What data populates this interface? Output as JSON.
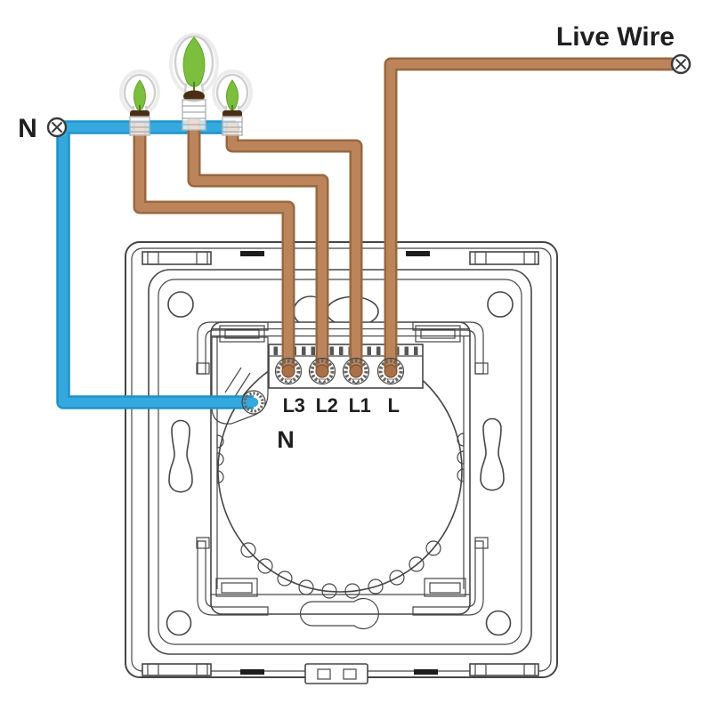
{
  "diagram": {
    "type": "wiring-diagram",
    "labels": {
      "live_wire": "Live Wire",
      "neutral_supply": "N",
      "switch_neutral_terminal": "N",
      "terminals": [
        "L3",
        "L2",
        "L1",
        "L"
      ]
    },
    "colors": {
      "live_wire_brown": "#BA825A",
      "neutral_wire_blue": "#2AA0D2",
      "lamp_leaf_green": "#7CBE3E",
      "line_art_gray": "#464646"
    },
    "components": {
      "lamps": 3,
      "switch": "touch-switch back panel",
      "supply_terminal_symbols": 2
    },
    "connections": [
      {
        "from": "Live Wire",
        "to": "L"
      },
      {
        "from": "lamp-1",
        "to": "L3"
      },
      {
        "from": "lamp-2",
        "to": "L2"
      },
      {
        "from": "lamp-3",
        "to": "L1"
      },
      {
        "from": "N",
        "to": "lamp-1"
      },
      {
        "from": "N",
        "to": "lamp-2"
      },
      {
        "from": "N",
        "to": "lamp-3"
      },
      {
        "from": "N",
        "to": "switch-N-terminal"
      }
    ]
  }
}
